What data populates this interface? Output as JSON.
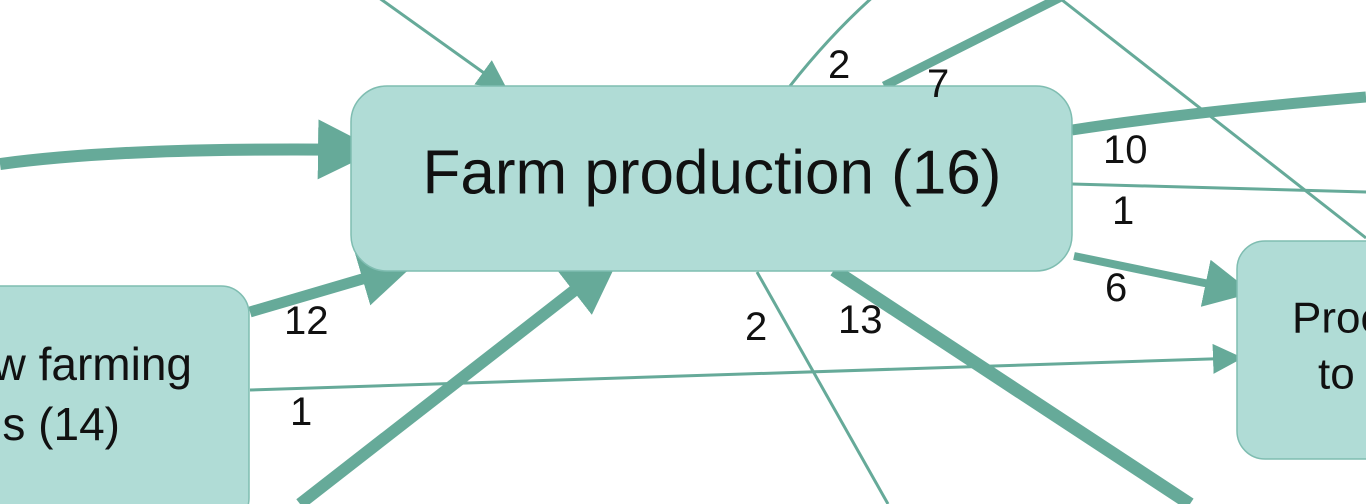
{
  "colors": {
    "node_fill": "#b0dcd6",
    "node_stroke": "#7fbdb1",
    "edge": "#66aa99",
    "text": "#111111"
  },
  "nodes": {
    "farm_production": {
      "label": "Farm production (16)"
    },
    "new_farming": {
      "label_line1": "w farming",
      "label_line2": "s (14)"
    },
    "processing": {
      "label_line1": "Proc",
      "label_line2": "to"
    }
  },
  "edges": {
    "top_incoming_2": {
      "weight": "2"
    },
    "top_incoming_7": {
      "weight": "7"
    },
    "right_outgoing_10": {
      "weight": "10"
    },
    "right_outgoing_1": {
      "weight": "1"
    },
    "to_processing_6": {
      "weight": "6"
    },
    "new_farming_to_farm_12": {
      "weight": "12"
    },
    "new_farming_to_processing_1": {
      "weight": "1"
    },
    "bottom_outgoing_2": {
      "weight": "2"
    },
    "bottom_outgoing_13": {
      "weight": "13"
    }
  }
}
